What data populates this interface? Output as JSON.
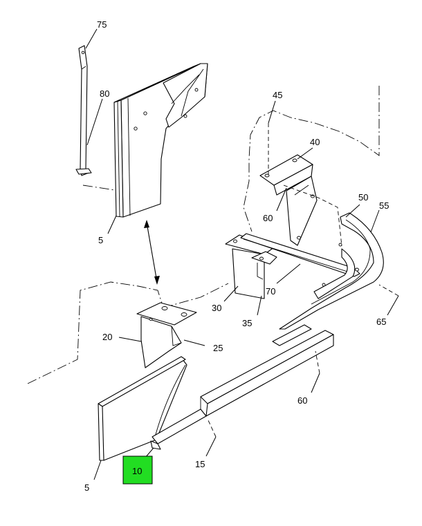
{
  "diagram": {
    "highlight_color": "#22dd22",
    "callouts": {
      "c75": "75",
      "c80": "80",
      "c5_top": "5",
      "c45": "45",
      "c40": "40",
      "c60_top": "60",
      "c50": "50",
      "c55": "55",
      "c30": "30",
      "c35": "35",
      "c70": "70",
      "c65": "65",
      "c20": "20",
      "c25": "25",
      "c60_bottom": "60",
      "c15": "15",
      "c5_bottom": "5",
      "c10": "10"
    }
  }
}
